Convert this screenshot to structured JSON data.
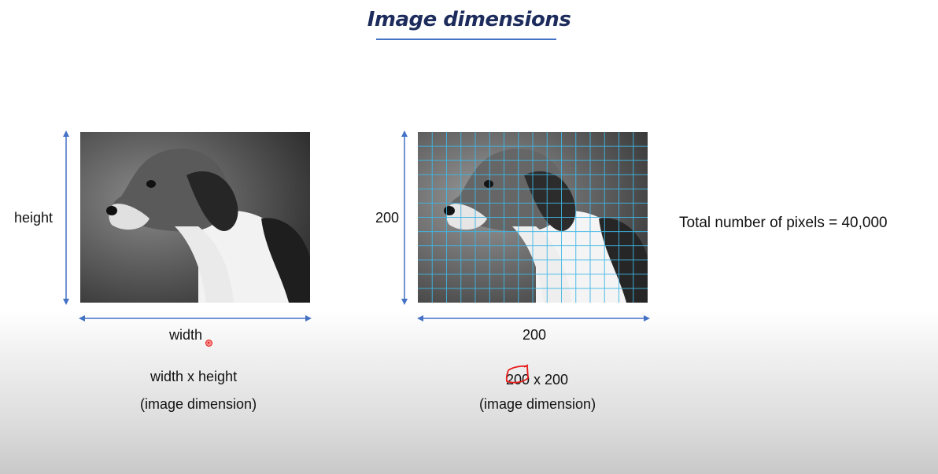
{
  "slide": {
    "title": "Image dimensions",
    "left": {
      "height_label": "height",
      "width_label": "width",
      "formula": "width x height",
      "caption": "(image dimension)"
    },
    "right": {
      "height_label": "200",
      "width_label": "200",
      "formula": "200 x 200",
      "caption": "(image dimension)",
      "total_pixels": "Total number of pixels = 40,000"
    }
  },
  "colors": {
    "title": "#1d2c5c",
    "arrow": "#4472c4",
    "grid": "#3fb7e6",
    "annotation": "#e81818"
  },
  "icons": {
    "pointer": "laser-pointer-icon",
    "ink": "ink-scribble-icon"
  }
}
